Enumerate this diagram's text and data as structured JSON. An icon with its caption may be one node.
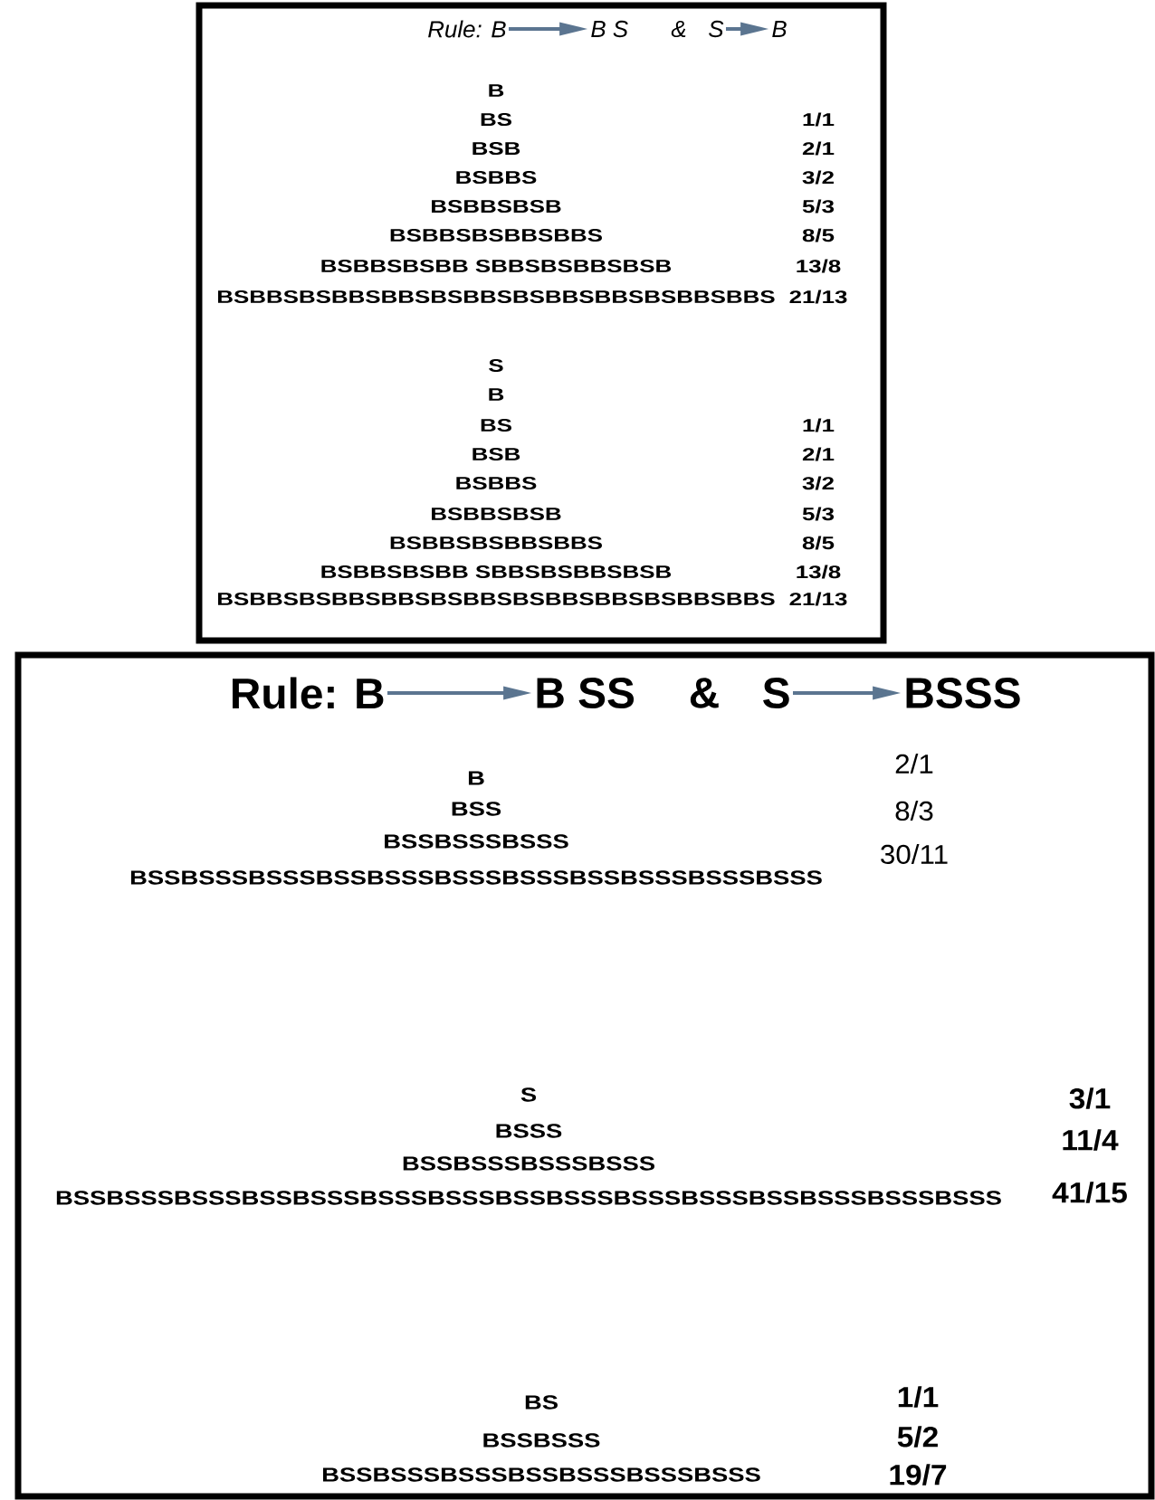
{
  "diagram": {
    "nodes": [
      {
        "text": [],
        "shape": "box"
      },
      {
        "text": [
          "Rule: B"
        ],
        "in": 0
      },
      {
        "text": [
          "B S"
        ],
        "in": 0
      },
      {
        "text": [
          "S"
        ],
        "in": 0
      },
      {
        "text": [
          "B"
        ],
        "in": 0
      },
      {
        "text": [],
        "shape": "box"
      },
      {
        "text": [
          "Rule: B"
        ],
        "in": 5
      },
      {
        "text": [
          "B SS"
        ],
        "in": 5
      },
      {
        "text": [
          "S"
        ],
        "in": 5
      },
      {
        "text": [
          "BSSS"
        ],
        "in": 5
      }
    ],
    "edges": [
      {
        "from": 1,
        "to": 2,
        "arrow": "to"
      },
      {
        "from": 3,
        "to": 4,
        "arrow": "to"
      },
      {
        "from": 6,
        "to": 7,
        "arrow": "to"
      },
      {
        "from": 8,
        "to": 9,
        "arrow": "to"
      }
    ],
    "labels": [
      "&",
      "B",
      "BS",
      "1/1",
      "BSB",
      "2/1",
      "BSBBS",
      "3/2",
      "BSBBSBSB",
      "5/3",
      "BSBBSBSBBSBBS",
      "8/5",
      "BSBBSBSBB SBBSBSBBSBSB",
      "13/8",
      "BSBBSBSBBSBBSBSBBSBSBBSBBSBSBBSBBS",
      "21/13",
      "S",
      "B",
      "BS",
      "1/1",
      "BSB",
      "2/1",
      "BSBBS",
      "3/2",
      "BSBBSBSB",
      "5/3",
      "BSBBSBSBBSBBS",
      "8/5",
      "BSBBSBSBB SBBSBSBBSBSB",
      "13/8",
      "BSBBSBSBBSBBSBSBBSBSBBSBBSBSBBSBBS",
      "21/13",
      "&",
      "2/1",
      "B",
      "BSS",
      "8/3",
      "BSSBSSSBSSS",
      "30/11",
      "BSSBSSSBSSSBSSBSSSBSSSBSSSBSSBSSSBSSSBSSS",
      "S",
      "3/1",
      "BSSS",
      "11/4",
      "BSSBSSSBSSSBSSS",
      "BSSBSSSBSSSBSSBSSSBSSSBSSSBSSBSSSBSSSBSSSBSSBSSSBSSSBSSS",
      "41/15",
      "1/1",
      "BS",
      "5/2",
      "BSSBSSS",
      "BSSBSSSBSSSBSSBSSSBSSSBSSS",
      "19/7"
    ]
  }
}
